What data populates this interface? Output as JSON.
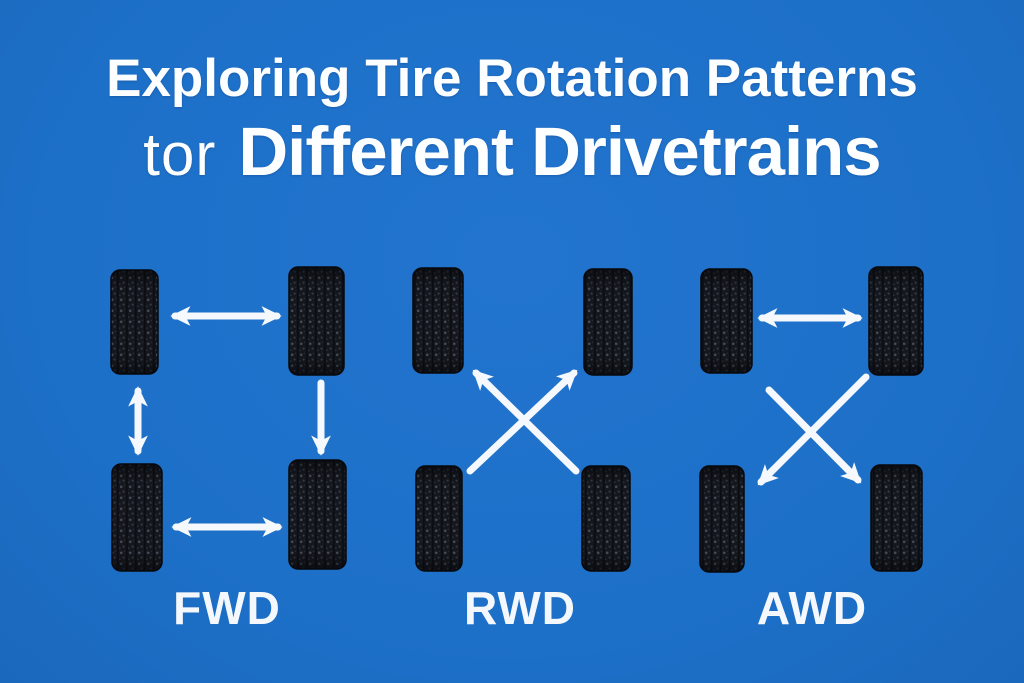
{
  "title": {
    "line1": "Exploring Tire Rotation Patterns",
    "line2_prefix": "tor",
    "line2_main": "Different Drivetrains"
  },
  "diagrams": [
    {
      "label": "FWD"
    },
    {
      "label": "RWD"
    },
    {
      "label": "AWD"
    }
  ],
  "colors": {
    "background": "#1d70c8",
    "title_text": "#fdfeff",
    "label_text": "#f4f8fc",
    "arrow": "#f5f9fd",
    "tire_base": "#14171d"
  }
}
